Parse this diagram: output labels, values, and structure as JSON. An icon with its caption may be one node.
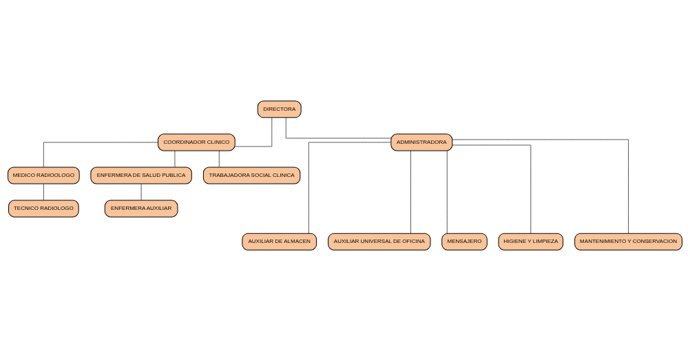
{
  "diagram": {
    "nodes": [
      {
        "text": [
          "DIRECTORA"
        ]
      },
      {
        "text": [
          "COORDINADOR CLINICO"
        ]
      },
      {
        "text": [
          "ADMINISTRADORA"
        ]
      },
      {
        "text": [
          "MEDICO RADIOOLOGO"
        ]
      },
      {
        "text": [
          "ENFERMERA DE SALUD PUBLICA"
        ]
      },
      {
        "text": [
          "TRABAJADORA SOCIAL CLINICA"
        ]
      },
      {
        "text": [
          "TECNICO RADIOLOGO"
        ]
      },
      {
        "text": [
          "ENFERMERA AUXILIAR"
        ]
      },
      {
        "text": [
          "AUXILIAR DE ALMACEN"
        ]
      },
      {
        "text": [
          "AUXILIAR UNIVERSAL DE OFICINA"
        ]
      },
      {
        "text": [
          "MENSAJERO"
        ]
      },
      {
        "text": [
          "HIGIENE Y LIMPIEZA"
        ]
      },
      {
        "text": [
          "MANTENIMIENTO Y CONSERVACION"
        ]
      }
    ],
    "edges": [
      {
        "from": 0,
        "to": 1,
        "arrow": "none"
      },
      {
        "from": 0,
        "to": 2,
        "arrow": "none"
      },
      {
        "from": 1,
        "to": 3,
        "arrow": "none"
      },
      {
        "from": 1,
        "to": 4,
        "arrow": "none"
      },
      {
        "from": 1,
        "to": 5,
        "arrow": "none"
      },
      {
        "from": 3,
        "to": 6,
        "arrow": "none"
      },
      {
        "from": 4,
        "to": 7,
        "arrow": "none"
      },
      {
        "from": 2,
        "to": 8,
        "arrow": "none"
      },
      {
        "from": 2,
        "to": 9,
        "arrow": "none"
      },
      {
        "from": 2,
        "to": 10,
        "arrow": "none"
      },
      {
        "from": 2,
        "to": 11,
        "arrow": "none"
      },
      {
        "from": 2,
        "to": 12,
        "arrow": "none"
      }
    ]
  }
}
